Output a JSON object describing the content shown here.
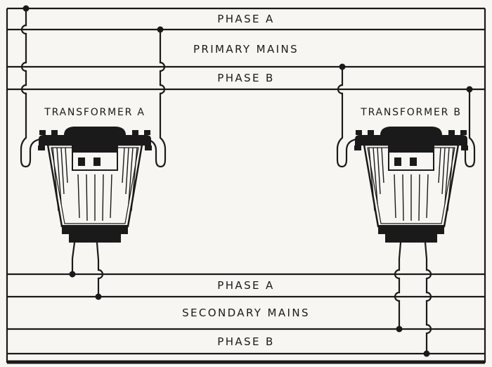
{
  "figure": {
    "type": "electrical-wiring-diagram",
    "colors": {
      "ink": "#1a1a1a",
      "paper": "#f7f6f2"
    },
    "labels": {
      "primary_phase_a": "PHASE A",
      "primary_mains": "PRIMARY MAINS",
      "primary_phase_b": "PHASE B",
      "transformer_a": "TRANSFORMER A",
      "transformer_b": "TRANSFORMER B",
      "secondary_phase_a": "PHASE A",
      "secondary_mains": "SECONDARY MAINS",
      "secondary_phase_b": "PHASE B"
    },
    "connections": {
      "transformer_a": {
        "primary_tap": "PHASE A",
        "secondary_feed": "PHASE A"
      },
      "transformer_b": {
        "primary_tap": "PHASE B",
        "secondary_feed": "PHASE B"
      }
    }
  }
}
